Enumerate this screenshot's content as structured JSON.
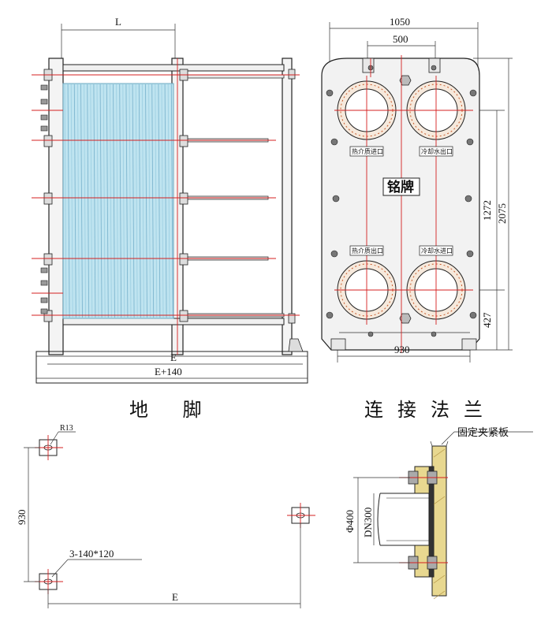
{
  "side_view": {
    "dim_L": "L",
    "dim_E": "E",
    "dim_E140": "E+140"
  },
  "front_view": {
    "dim_width": "1050",
    "dim_port_spacing": "500",
    "dim_inner_height": "1272",
    "dim_total_height": "2075",
    "dim_bottom": "427",
    "dim_base": "930",
    "nameplate": "铭牌",
    "port_hot_in": "热介质进口",
    "port_cold_out": "冷却水出口",
    "port_hot_out": "热介质出口",
    "port_cold_in": "冷却水进口"
  },
  "foot_section": {
    "title": "地 脚",
    "radius_label": "R13",
    "dim_vertical": "930",
    "pad_label": "3-140*120",
    "dim_E": "E"
  },
  "flange_section": {
    "title": "连接法兰",
    "plate_label": "固定夹紧板",
    "dim_outer": "Φ400",
    "dim_inner": "DN300"
  },
  "colors": {
    "centerline": "#d42020",
    "plate_fill": "#a8d8e8",
    "plate_yellow": "#e8d890",
    "frame": "#222222"
  }
}
